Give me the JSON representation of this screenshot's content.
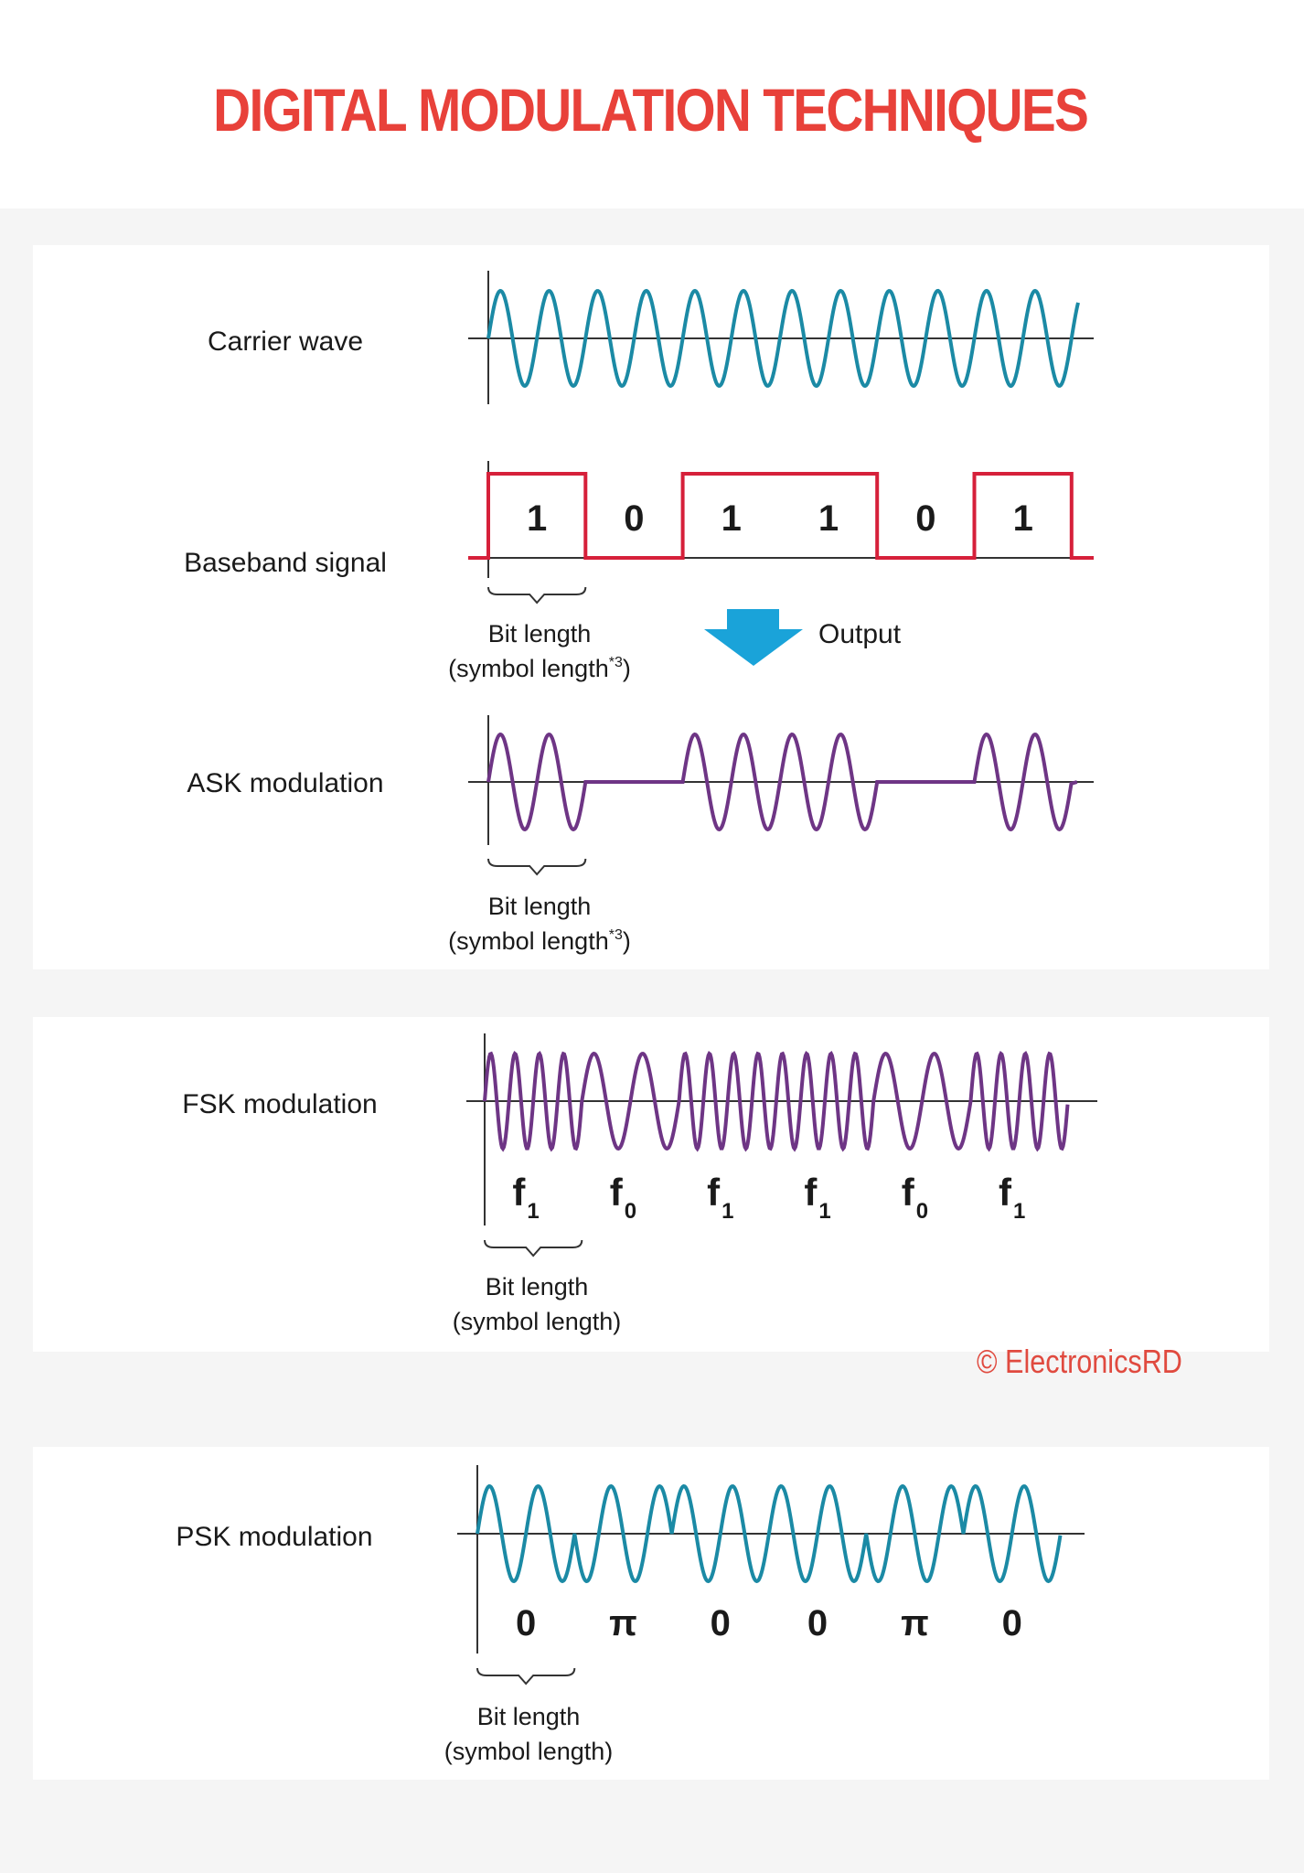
{
  "title": "DIGITAL MODULATION TECHNIQUES",
  "credit": "© ElectronicsRD",
  "colors": {
    "title": "#e8413a",
    "credit": "#e04a3f",
    "carrier": "#1b8aa5",
    "baseband": "#d6203a",
    "ask": "#6e3585",
    "fsk": "#6e3585",
    "psk": "#1b8aa5",
    "arrow": "#1aa3d9",
    "axis": "#333333",
    "text": "#1a1a1a"
  },
  "bits": [
    "1",
    "0",
    "1",
    "1",
    "0",
    "1"
  ],
  "rows": {
    "carrier": {
      "label": "Carrier wave"
    },
    "baseband": {
      "label": "Baseband signal",
      "bit_length": "Bit length",
      "symbol_length": "(symbol length",
      "footnote": "*3",
      "close_paren": ")",
      "output": "Output"
    },
    "ask": {
      "label": "ASK modulation",
      "bit_length": "Bit length",
      "symbol_length": "(symbol length",
      "footnote": "*3",
      "close_paren": ")"
    },
    "fsk": {
      "label": "FSK modulation",
      "freq_letter": "f",
      "freq_subscripts": [
        "1",
        "0",
        "1",
        "1",
        "0",
        "1"
      ],
      "bit_length": "Bit length",
      "symbol_length": "(symbol length)"
    },
    "psk": {
      "label": "PSK modulation",
      "phases": [
        "0",
        "π",
        "0",
        "0",
        "π",
        "0"
      ],
      "bit_length": "Bit length",
      "symbol_length": "(symbol length)"
    }
  }
}
